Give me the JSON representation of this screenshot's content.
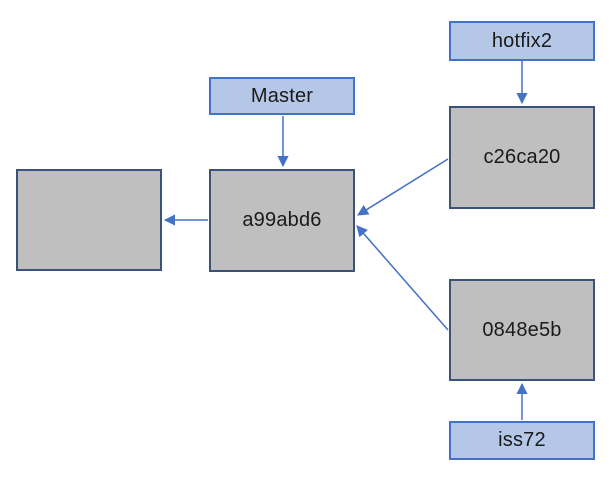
{
  "diagram": {
    "type": "git-commit-graph",
    "nodes": [
      {
        "id": "empty-commit",
        "label": "",
        "kind": "commit"
      },
      {
        "id": "a99abd6",
        "label": "a99abd6",
        "kind": "commit"
      },
      {
        "id": "master",
        "label": "Master",
        "kind": "branch-label"
      },
      {
        "id": "hotfix2",
        "label": "hotfix2",
        "kind": "branch-label"
      },
      {
        "id": "c26ca20",
        "label": "c26ca20",
        "kind": "commit"
      },
      {
        "id": "0848e5b",
        "label": "0848e5b",
        "kind": "commit"
      },
      {
        "id": "iss72",
        "label": "iss72",
        "kind": "branch-label"
      }
    ],
    "edges": [
      {
        "from": "Master",
        "to": "a99abd6",
        "direction": "down"
      },
      {
        "from": "hotfix2",
        "to": "c26ca20",
        "direction": "down"
      },
      {
        "from": "iss72",
        "to": "0848e5b",
        "direction": "up"
      },
      {
        "from": "a99abd6",
        "to": "empty-commit",
        "direction": "left"
      },
      {
        "from": "c26ca20",
        "to": "a99abd6",
        "direction": "diagonal-down-left"
      },
      {
        "from": "0848e5b",
        "to": "a99abd6",
        "direction": "diagonal-up-left"
      }
    ],
    "colors": {
      "branch_label_fill": "#b4c7e7",
      "branch_label_border": "#4472c4",
      "commit_fill": "#bfbfbf",
      "commit_border": "#3a537a",
      "arrow": "#4472c4",
      "text": "#1a1a1a",
      "background": "#ffffff"
    }
  }
}
